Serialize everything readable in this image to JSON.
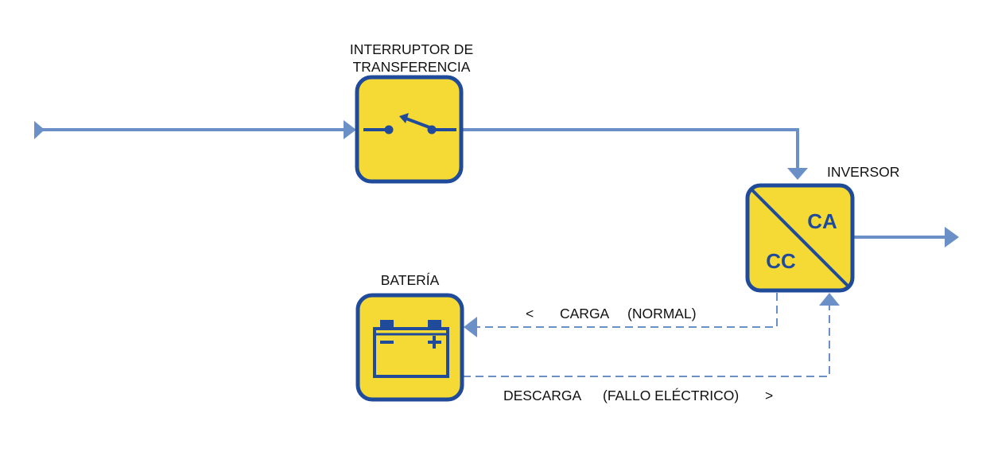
{
  "colors": {
    "line": "#6b90c8",
    "box_fill": "#f5d935",
    "box_border": "#1f4b9a",
    "glyph": "#1f4b9a",
    "text": "#111111"
  },
  "transfer_switch": {
    "label_line1": "INTERRUPTOR DE",
    "label_line2": "TRANSFERENCIA",
    "icon": "switch-icon"
  },
  "inverter": {
    "label": "INVERSOR",
    "ac_text": "CA",
    "dc_text": "CC",
    "icon": "inverter-icon"
  },
  "battery": {
    "label": "BATERÍA",
    "icon": "battery-icon"
  },
  "flows": {
    "charge_arrow": "<",
    "charge": "CARGA",
    "charge_note": "(NORMAL)",
    "discharge": "DESCARGA",
    "discharge_note": "(FALLO ELÉCTRICO)",
    "discharge_arrow": ">"
  }
}
